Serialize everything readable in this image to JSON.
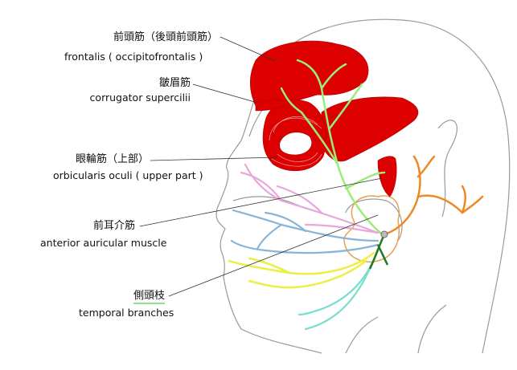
{
  "labels": {
    "frontalis_jp": "前頭筋（後頭前頭筋）",
    "frontalis_en": "frontalis ( occipitofrontalis )",
    "corrugator_jp": "皺眉筋",
    "corrugator_en": "corrugator supercilii",
    "orbicularis_jp": "眼輪筋（上部）",
    "orbicularis_en": "orbicularis oculi ( upper part )",
    "auricular_jp": "前耳介筋",
    "auricular_en": "anterior auricular muscle",
    "temporal_jp": "側頭枝",
    "temporal_en": "temporal branches"
  },
  "colors": {
    "muscle": "#dd0000",
    "temporal_branch": "#99ee77",
    "zygomatic_branch": "#e8a6dd",
    "buccal_branch": "#88b4d8",
    "mandibular_branch": "#eeee44",
    "cervical_branch": "#77ddcc",
    "posterior_auricular": "#ee8822",
    "highlight_underline": "#8ee08e"
  }
}
